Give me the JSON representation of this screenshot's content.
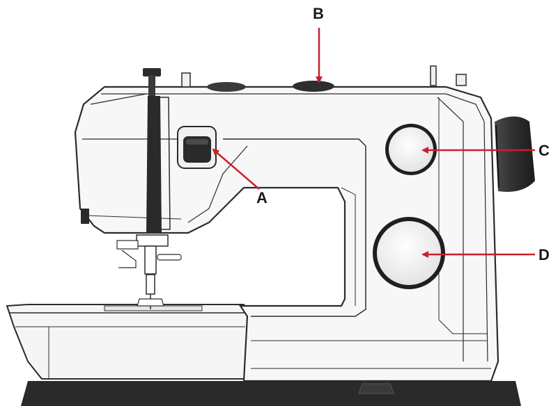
{
  "diagram": {
    "subject": "sewing-machine-front-view",
    "callouts": [
      {
        "id": "A",
        "label": "A"
      },
      {
        "id": "B",
        "label": "B"
      },
      {
        "id": "C",
        "label": "C"
      },
      {
        "id": "D",
        "label": "D"
      }
    ],
    "colors": {
      "body": "#f7f7f7",
      "outline": "#2b2b2b",
      "base": "#2a2a2a",
      "dial_ring": "#1f1f1f",
      "arrow": "#cc1e2b"
    }
  }
}
